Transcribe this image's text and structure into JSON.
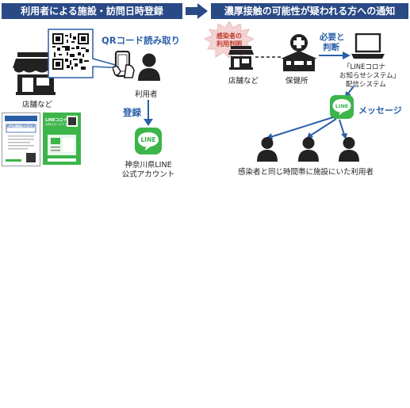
{
  "left": {
    "banner": "利用者による施設・訪問日時登録",
    "qr_label": "QRコード読み取り",
    "shop_label": "店舗など",
    "user_label": "利用者",
    "register_label": "登録",
    "line_text": "LINE",
    "line_account_line1": "神奈川県LINE",
    "line_account_line2": "公式アカウント",
    "poster_white_title": "感染防止対策取組書",
    "poster_green_title1": "LINEコロナ",
    "poster_green_title2": "お知らせシステム"
  },
  "right": {
    "banner": "濃厚接触の可能性が疑われる方への通知",
    "infected_line1": "感染者の",
    "infected_line2": "利用判明",
    "shop_label": "店舗など",
    "health_center_label": "保健所",
    "need_line1": "必要と",
    "need_line2": "判断",
    "system_line1": "「LINEコロナ",
    "system_line2": "お知らせシステム」",
    "system_line3": "配信システム",
    "message_label": "メッセージ",
    "line_text": "LINE",
    "users_label": "感染者と同じ時間帯に施設にいた利用者"
  },
  "colors": {
    "banner_bg": "#2a4a86",
    "accent_blue": "#2a5fa8",
    "line_green": "#3cb54a",
    "burst_red": "#c0392b",
    "icon_dark": "#222222"
  }
}
